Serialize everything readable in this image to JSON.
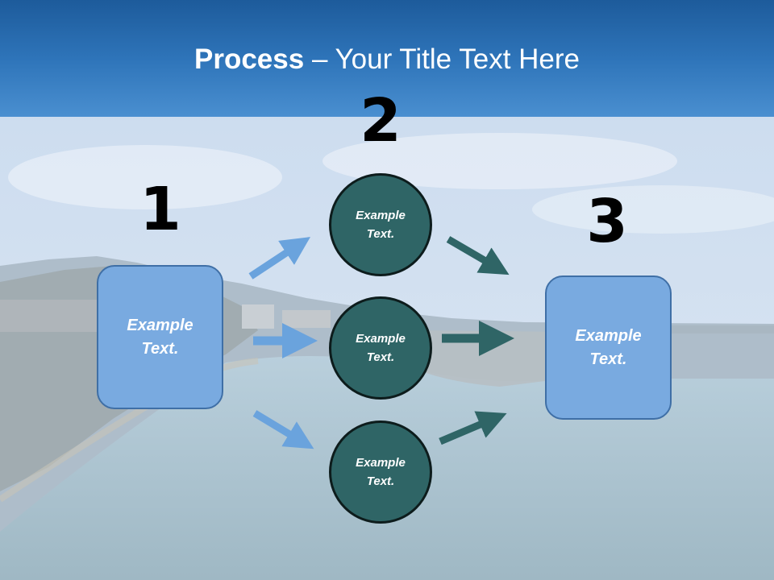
{
  "title": {
    "bold": "Process",
    "rest": " – Your Title Text Here"
  },
  "numbers": [
    "1",
    "2",
    "3"
  ],
  "step1_box": {
    "text": "Example\nText."
  },
  "step2_circles": [
    {
      "text": "Example\nText."
    },
    {
      "text": "Example\nText."
    },
    {
      "text": "Example\nText."
    }
  ],
  "step3_box": {
    "text": "Example\nText."
  },
  "colors": {
    "header": "#2e74b9",
    "box_fill": "#79aae0",
    "circle_fill": "#2f6566",
    "arrow_light": "#6aa3dd",
    "arrow_dark": "#2f6566"
  }
}
